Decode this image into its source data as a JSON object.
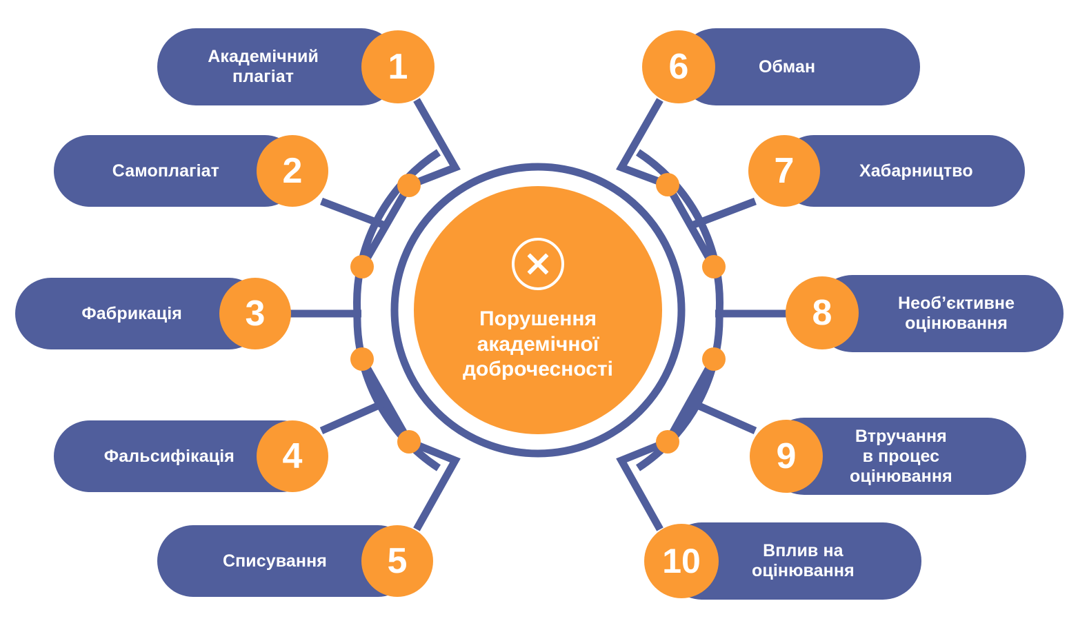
{
  "diagram": {
    "type": "radial-hub-and-spoke",
    "title": "Порушення академічної доброчесності",
    "center": {
      "label": "Порушення\nакадемічної\nдоброчесності",
      "icon": "x-circle-icon"
    },
    "colors": {
      "accent_orange": "#FB9A33",
      "pill_blue": "#505E9C",
      "wire_blue": "#505E9C",
      "text_white": "#FFFFFF",
      "background": "#FFFFFF"
    },
    "items": [
      {
        "number": "1",
        "label": "Академічний\nплагіат",
        "side": "left"
      },
      {
        "number": "2",
        "label": "Самоплагіат",
        "side": "left"
      },
      {
        "number": "3",
        "label": "Фабрикація",
        "side": "left"
      },
      {
        "number": "4",
        "label": "Фальсифікація",
        "side": "left"
      },
      {
        "number": "5",
        "label": "Списування",
        "side": "left"
      },
      {
        "number": "6",
        "label": "Обман",
        "side": "right"
      },
      {
        "number": "7",
        "label": "Хабарництво",
        "side": "right"
      },
      {
        "number": "8",
        "label": "Необ’єктивне\nоцінювання",
        "side": "right"
      },
      {
        "number": "9",
        "label": "Втручання\nв процес\nоцінювання",
        "side": "right"
      },
      {
        "number": "10",
        "label": "Вплив на\nоцінювання",
        "side": "right"
      }
    ]
  }
}
